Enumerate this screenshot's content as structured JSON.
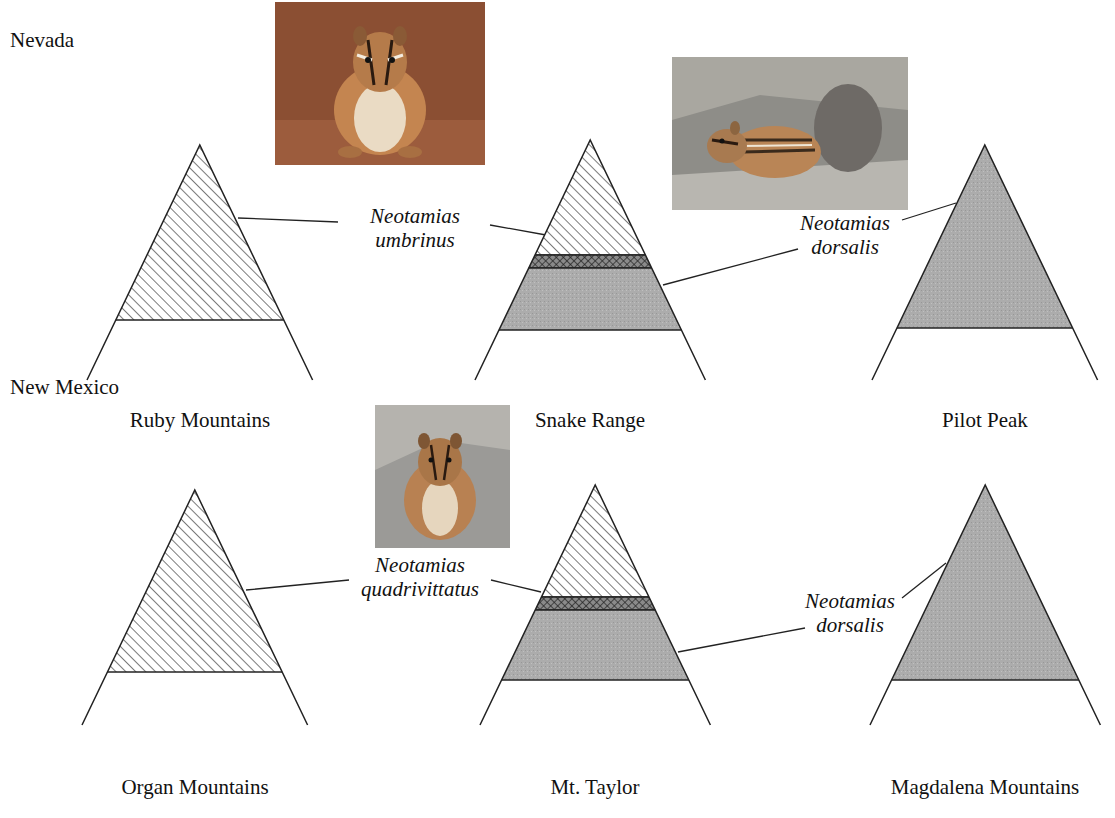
{
  "diagram": {
    "nodes": [
      {
        "text": [
          "Ruby Mountains"
        ]
      },
      {
        "text": [
          "Snake Range"
        ]
      },
      {
        "text": [
          "Pilot Peak"
        ]
      },
      {
        "text": [
          "Organ Mountains"
        ]
      },
      {
        "text": [
          "Mt. Taylor"
        ]
      },
      {
        "text": [
          "Magdalena Mountains"
        ]
      }
    ],
    "labels": [
      "Nevada",
      "Neotamias umbrinus",
      "Neotamias dorsalis",
      "New Mexico",
      "Neotamias quadrivittatus",
      "Neotamias dorsalis"
    ]
  }
}
